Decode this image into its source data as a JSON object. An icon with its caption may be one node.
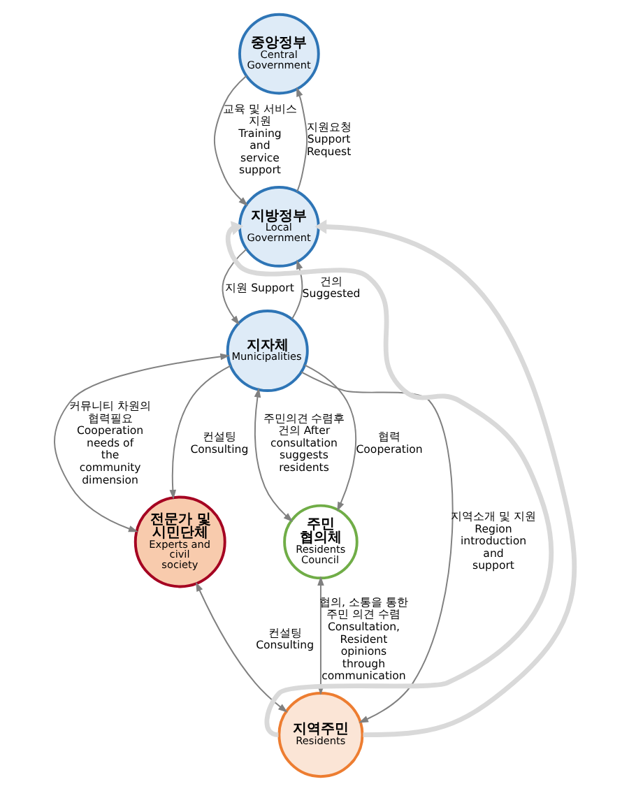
{
  "diagram": {
    "nodes": [
      {
        "text": [
          "중앙정부",
          "Central Government"
        ]
      },
      {
        "text": [
          "지방정부",
          "Local Government"
        ]
      },
      {
        "text": [
          "지자체",
          "Municipalities"
        ]
      },
      {
        "text": [
          "전문가 및 시민단체",
          "Experts and civil society"
        ]
      },
      {
        "text": [
          "주민 협의체",
          "Residents Council"
        ]
      },
      {
        "text": [
          "지역주민",
          "Residents"
        ]
      }
    ],
    "edges": [
      {
        "from": 1,
        "to": 0,
        "arrow": "to",
        "label": "지원요청 Support Request"
      },
      {
        "from": 0,
        "to": 1,
        "arrow": "to",
        "label": "교육 및 서비스 지원 Training and service support"
      },
      {
        "from": 2,
        "to": 1,
        "arrow": "to",
        "label": "건의 Suggested"
      },
      {
        "from": 1,
        "to": 2,
        "arrow": "to",
        "label": "지원 Support"
      },
      {
        "from": 2,
        "to": 3,
        "arrow": "both",
        "label": "커뮤니티 차원의 협력필요 Cooperation needs of the community dimension"
      },
      {
        "from": 2,
        "to": 4,
        "arrow": "both",
        "label": "주민의견 수렴후 건의 After consultation suggests residents"
      },
      {
        "from": 2,
        "to": 3,
        "arrow": "to",
        "label": "컨설팅 Consulting"
      },
      {
        "from": 2,
        "to": 4,
        "arrow": "to",
        "label": "협력 Cooperation"
      },
      {
        "from": 2,
        "to": 5,
        "arrow": "to",
        "label": "지역소개 및 지원 Region introduction and support"
      },
      {
        "from": 3,
        "to": 5,
        "arrow": "both",
        "label": "컨설팅 Consulting"
      },
      {
        "from": 4,
        "to": 5,
        "arrow": "both",
        "label": "협의, 소통을 통한 주민 의견 수렴 Consultation, Resident opinions through communication"
      },
      {
        "from": 5,
        "to": 1,
        "arrow": "to",
        "style": "thick",
        "color": "#d9d9d9"
      },
      {
        "from": 5,
        "to": 1,
        "arrow": "to",
        "style": "thick",
        "color": "#d9d9d9"
      }
    ]
  }
}
